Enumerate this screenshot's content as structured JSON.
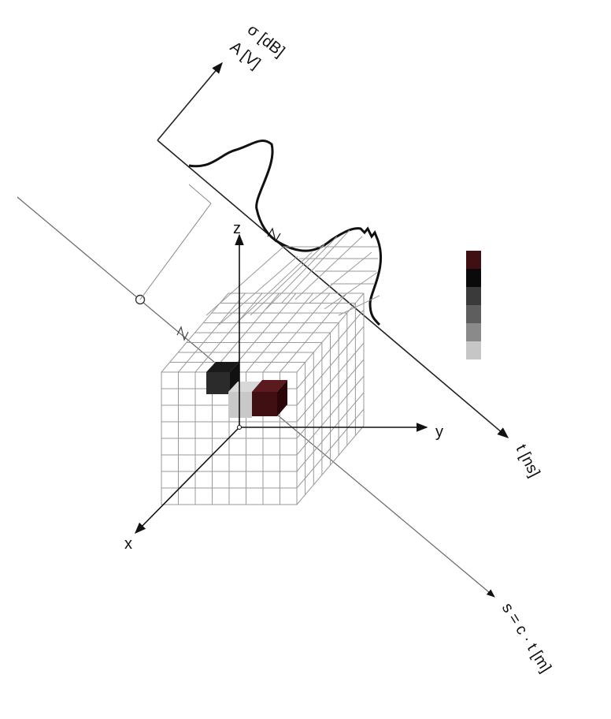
{
  "axes": {
    "z_label": "z",
    "y_label": "y",
    "x_label": "x",
    "t_label": "t [ns]",
    "s_label": "s = c · t [m]",
    "sigma_label": "σ [dB]",
    "amplitude_label": "A [V]"
  },
  "colors": {
    "line": "#222222",
    "grid": "#9a9a9a",
    "cell_dark": "#2b2b2b",
    "cell_maroon": "#3f0f12",
    "cell_light": "#c8c8c8",
    "scale": [
      "#3f0f12",
      "#0a0a0a",
      "#3a3a3a",
      "#5e5e5e",
      "#8a8a8a",
      "#c6c6c6"
    ]
  }
}
